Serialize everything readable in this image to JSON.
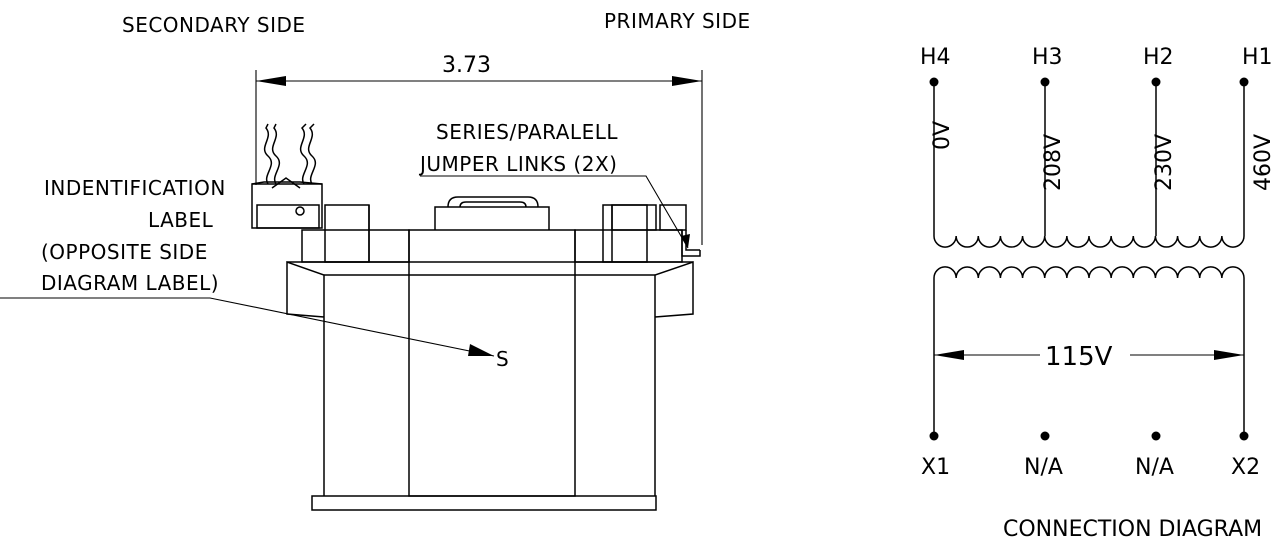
{
  "drawing": {
    "secondary_side": "SECONDARY SIDE",
    "primary_side": "PRIMARY SIDE",
    "dimension": "3.73",
    "jumper_line1": "SERIES/PARALELL",
    "jumper_line2": "JUMPER LINKS (2X)",
    "ident_line1": "INDENTIFICATION",
    "ident_line2": "LABEL",
    "ident_line3": "(OPPOSITE SIDE",
    "ident_line4": "DIAGRAM LABEL)",
    "s_mark": "S"
  },
  "diagram": {
    "title": "CONNECTION DIAGRAM",
    "primary_terminals": [
      {
        "name": "H4",
        "voltage": "0V"
      },
      {
        "name": "H3",
        "voltage": "208V"
      },
      {
        "name": "H2",
        "voltage": "230V"
      },
      {
        "name": "H1",
        "voltage": "460V"
      }
    ],
    "secondary_terminals": [
      "X1",
      "N/A",
      "N/A",
      "X2"
    ],
    "secondary_voltage": "115V"
  }
}
